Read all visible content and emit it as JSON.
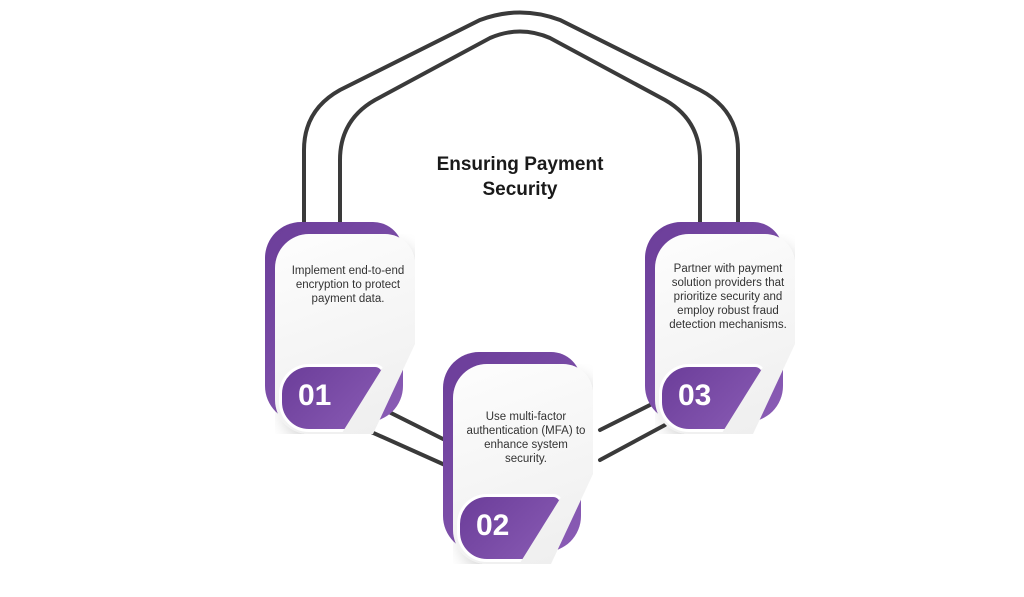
{
  "diagram": {
    "title": "Ensuring Payment Security",
    "colors": {
      "accent": "#7b4aa8",
      "wire": "#3a3a3a",
      "card_face": "#f4f4f4",
      "text": "#333333"
    },
    "steps": [
      {
        "number": "01",
        "text": "Implement end-to-end encryption to protect payment data."
      },
      {
        "number": "02",
        "text": "Use multi-factor authentication (MFA) to enhance system security."
      },
      {
        "number": "03",
        "text": "Partner with payment solution providers that prioritize security and employ robust fraud detection mechanisms."
      }
    ]
  }
}
